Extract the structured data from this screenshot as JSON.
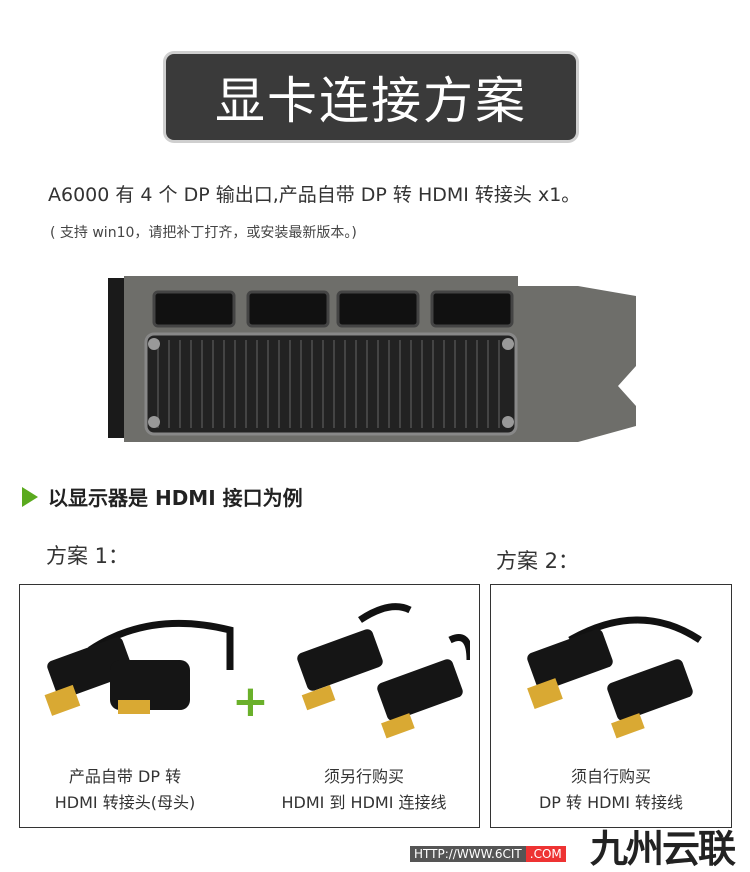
{
  "header": {
    "title": "显卡连接方案"
  },
  "intro": {
    "line1": "A6000 有 4 个 DP 输出口,产品自带 DP 转 HDMI 转接头 x1。",
    "line2": "( 支持 win10，请把补丁打齐，或安装最新版本。)"
  },
  "section": {
    "heading": "以显示器是 HDMI 接口为例"
  },
  "plan1": {
    "label": "方案 1：",
    "item1": [
      "产品自带 DP 转",
      "HDMI 转接头(母头)"
    ],
    "plus": "+",
    "item2": [
      "须另行购买",
      "HDMI 到 HDMI 连接线"
    ]
  },
  "plan2": {
    "label": "方案 2：",
    "item": [
      "须自行购买",
      "DP 转 HDMI 转接线"
    ]
  },
  "watermark": {
    "brand": "九州云联",
    "url": "HTTP://WWW.6CIT",
    "tld": ".COM"
  },
  "colors": {
    "accent": "#5aaa1e",
    "title_bg": "#3a3a3a"
  }
}
